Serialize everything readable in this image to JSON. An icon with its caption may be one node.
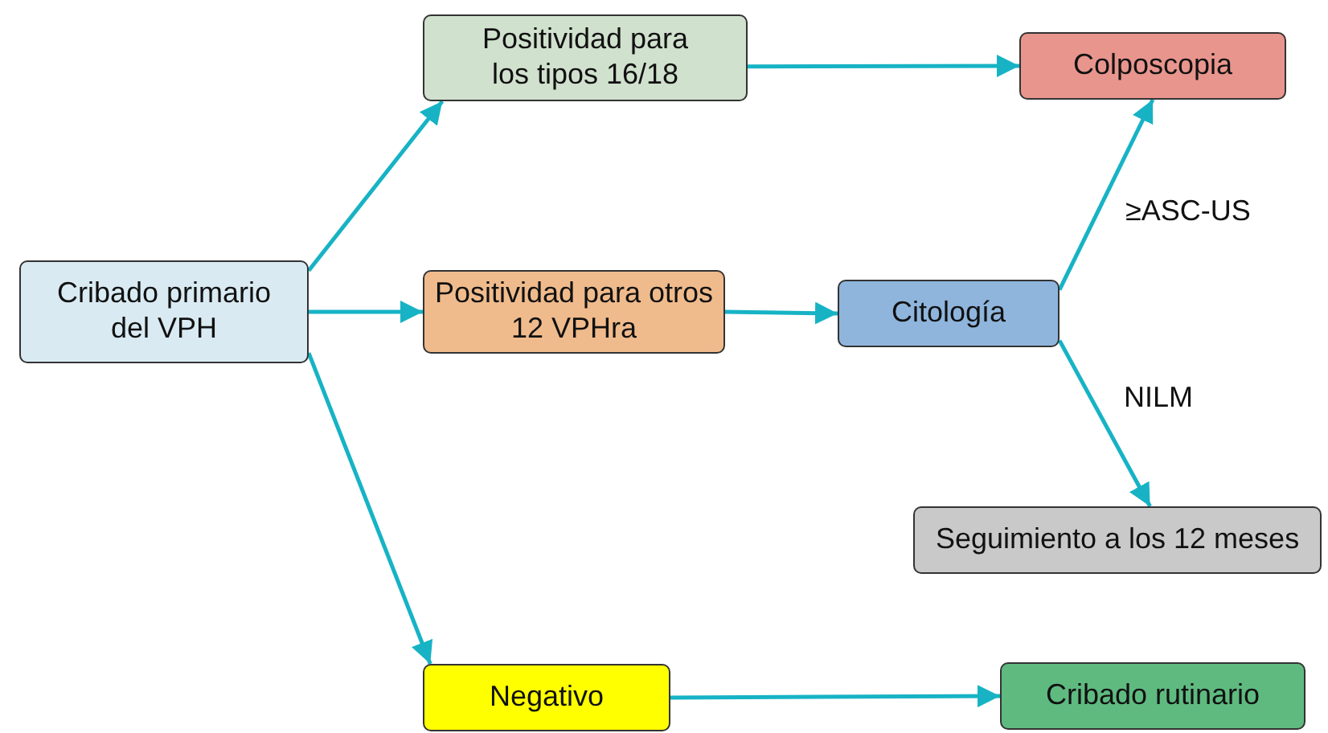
{
  "diagram": {
    "nodes": [
      {
        "text": [
          "Cribado primario del VPH"
        ]
      },
      {
        "text": [
          "Positividad para los tipos 16/18"
        ]
      },
      {
        "text": [
          "Colposcopia"
        ]
      },
      {
        "text": [
          "Positividad para otros 12 VPHra"
        ]
      },
      {
        "text": [
          "Citología"
        ]
      },
      {
        "text": [
          "Seguimiento a los 12 meses"
        ]
      },
      {
        "text": [
          "Negativo"
        ]
      },
      {
        "text": [
          "Cribado rutinario"
        ]
      }
    ],
    "edges": [
      {
        "from": 0,
        "to": 1,
        "arrow": "to"
      },
      {
        "from": 0,
        "to": 3,
        "arrow": "to"
      },
      {
        "from": 0,
        "to": 6,
        "arrow": "to"
      },
      {
        "from": 1,
        "to": 2,
        "arrow": "to"
      },
      {
        "from": 3,
        "to": 4,
        "arrow": "to"
      },
      {
        "from": 4,
        "to": 2,
        "label": "≥ASC-US",
        "arrow": "to"
      },
      {
        "from": 4,
        "to": 5,
        "label": "NILM",
        "arrow": "to"
      },
      {
        "from": 6,
        "to": 7,
        "arrow": "to"
      }
    ]
  }
}
